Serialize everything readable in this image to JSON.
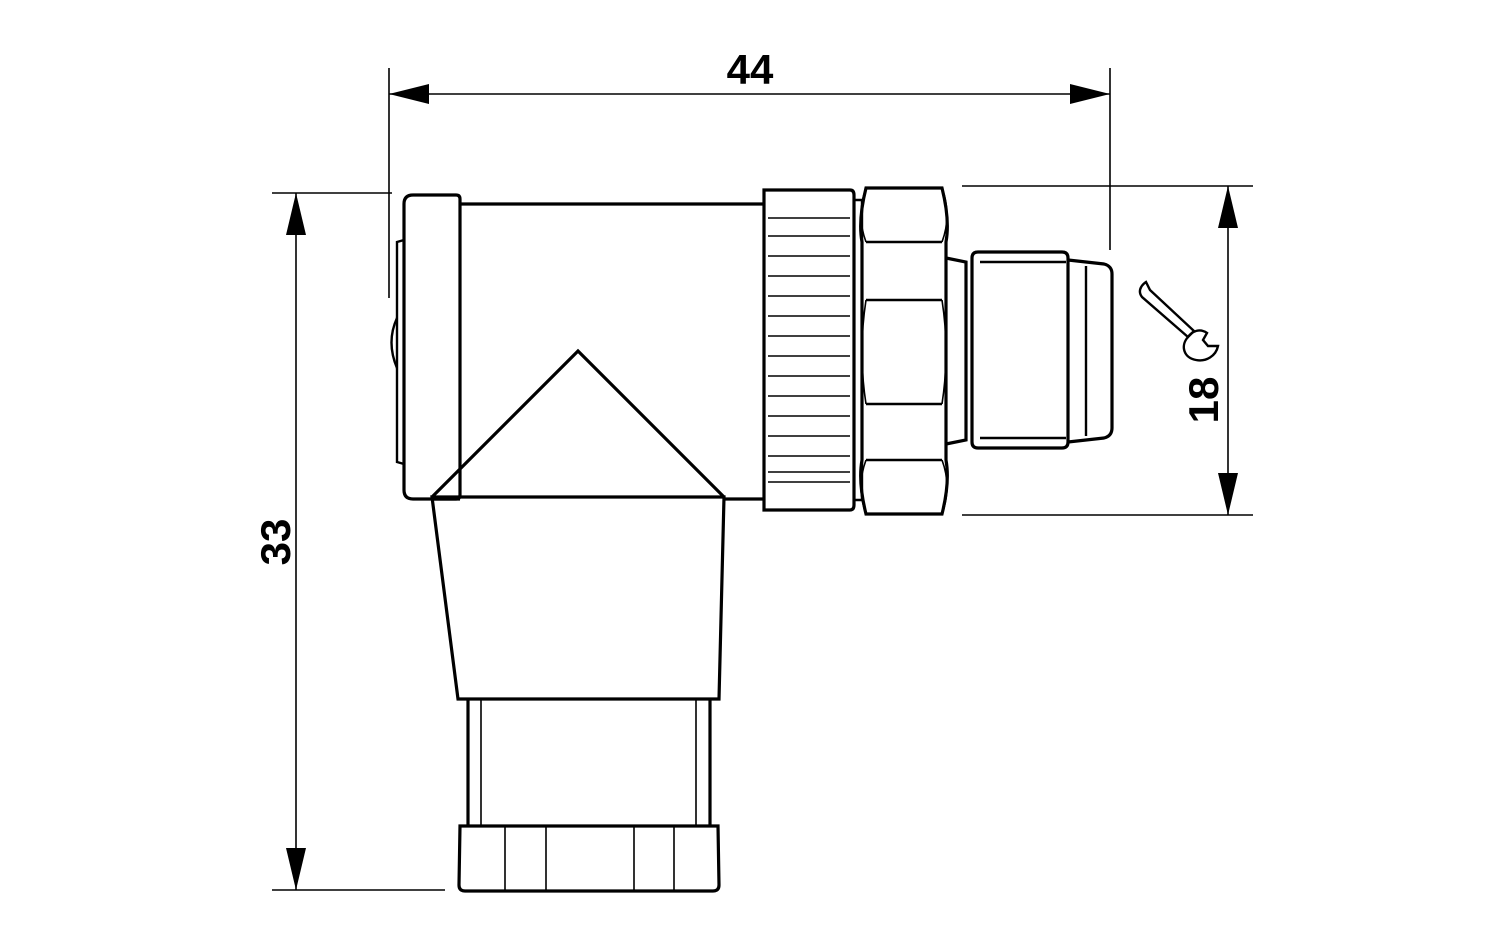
{
  "dimensions": {
    "width_label": "44",
    "height_label": "33",
    "wrench_size_label": "18"
  },
  "icons": {
    "wrench": "open-end-wrench-icon"
  },
  "colors": {
    "line": "#000000",
    "background": "#ffffff"
  }
}
